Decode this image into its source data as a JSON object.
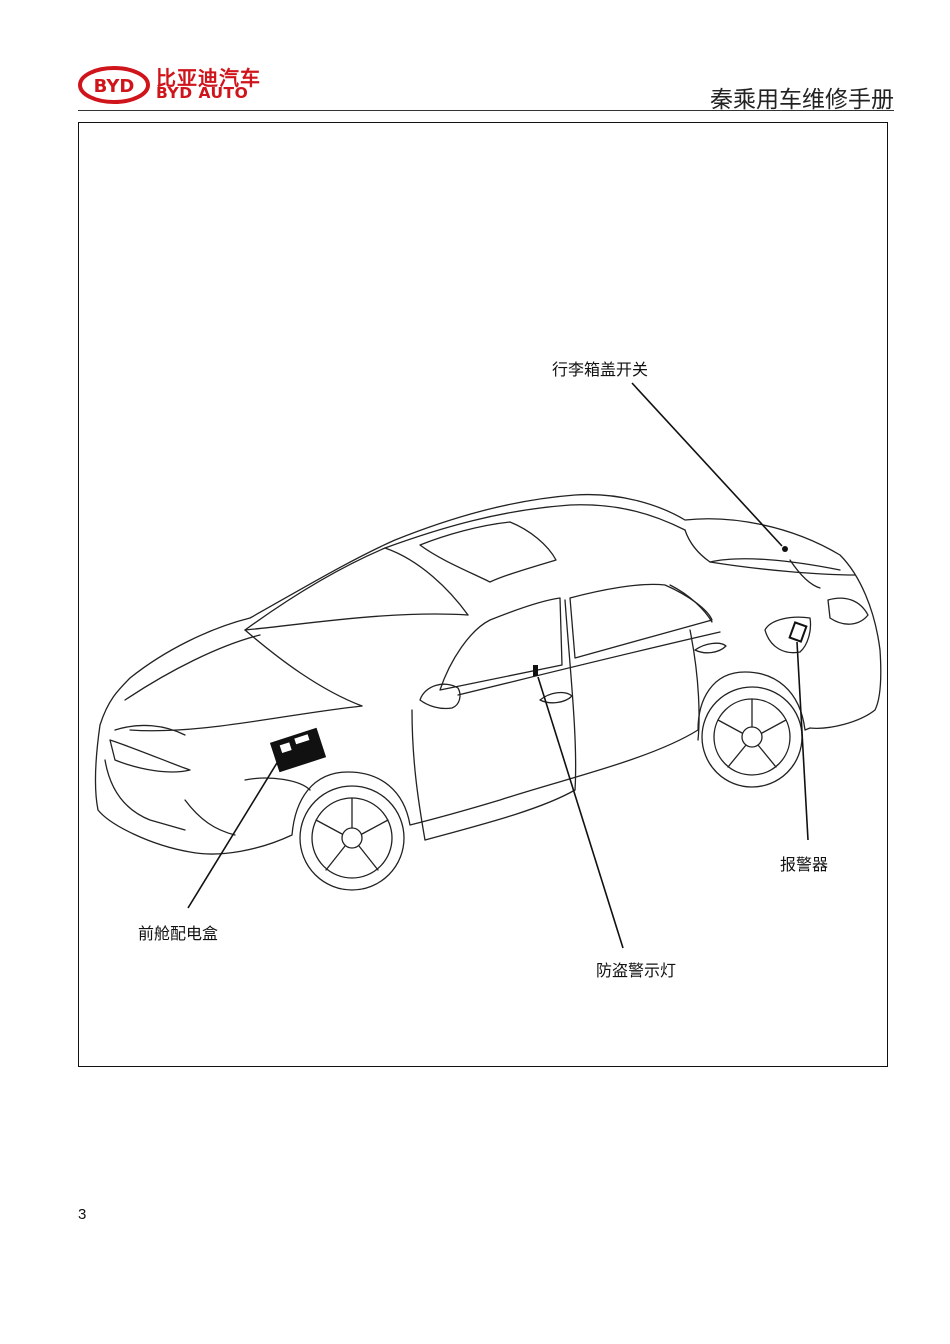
{
  "header": {
    "brand_cn": "比亚迪汽车",
    "brand_en": "BYD AUTO",
    "logo_text": "BYD",
    "manual_title": "秦乘用车维修手册",
    "brand_color": "#d0141b"
  },
  "figure": {
    "labels": {
      "trunk_switch": "行李箱盖开关",
      "alarm": "报警器",
      "front_fuse_box": "前舱配电盒",
      "theft_warning_lamp": "防盗警示灯"
    }
  },
  "footer": {
    "page_number": "3"
  }
}
